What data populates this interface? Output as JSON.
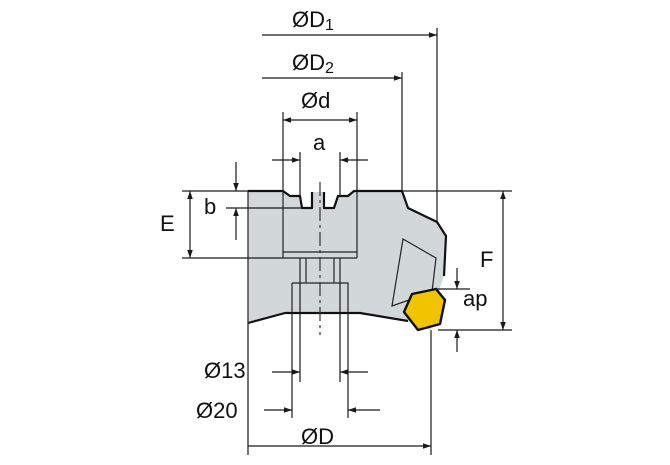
{
  "labels": {
    "D1": "ØD1",
    "D2": "ØD2",
    "d": "Ød",
    "a": "a",
    "b": "b",
    "E": "E",
    "F": "F",
    "ap": "ap",
    "d13": "Ø13",
    "d20": "Ø20",
    "D": "ØD"
  },
  "colors": {
    "body": "#d2d8da",
    "insert": "#f2c300",
    "line": "#111111",
    "background": "#ffffff"
  }
}
